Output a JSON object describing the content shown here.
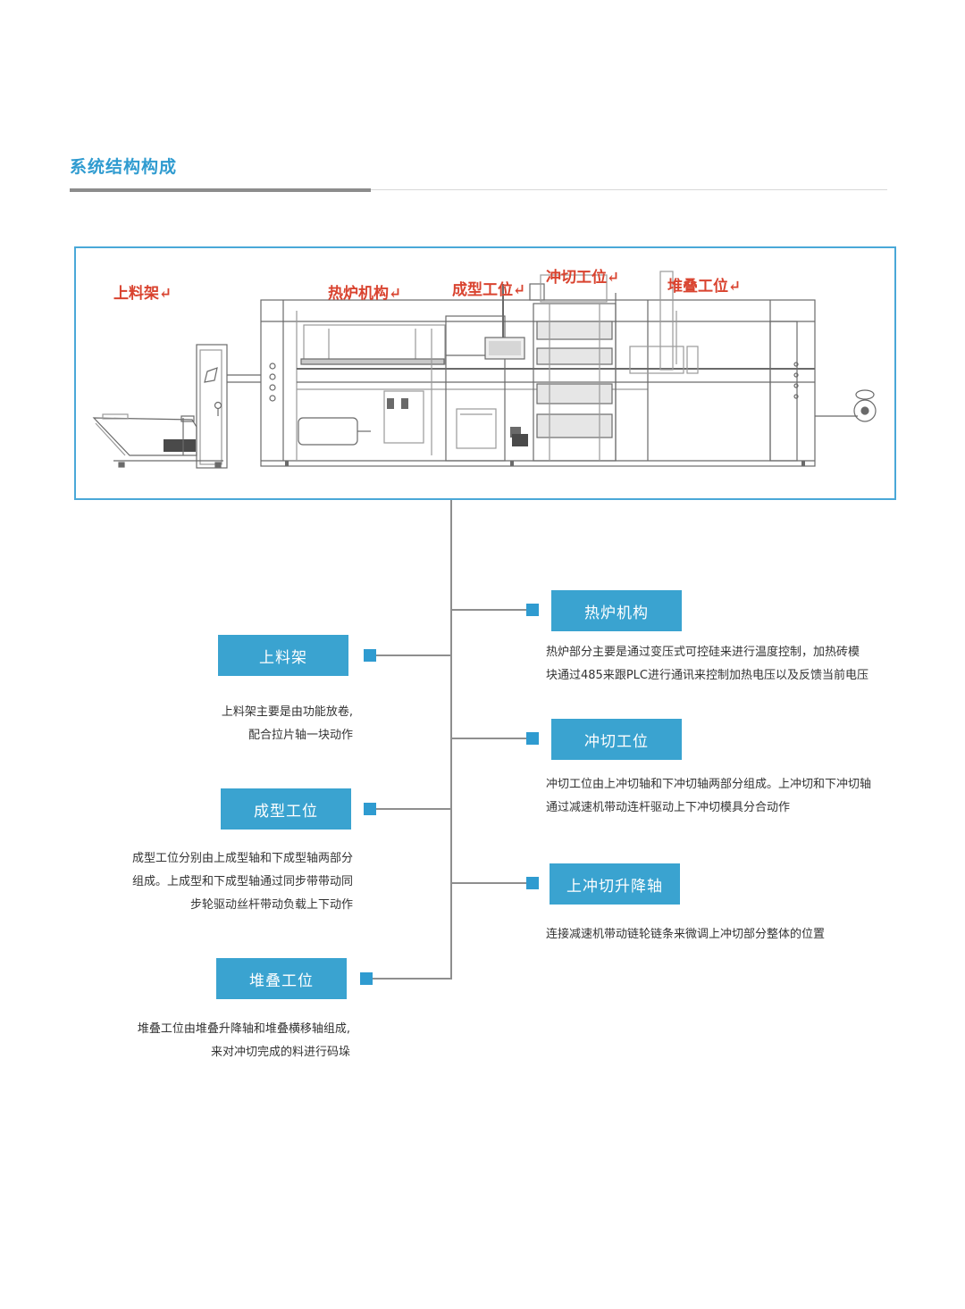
{
  "section": {
    "title": "系统结构构成"
  },
  "diagram": {
    "labels": {
      "feeder": "上料架↵",
      "heater": "热炉机构↵",
      "forming": "成型工位↵",
      "punch": "冲切工位↵",
      "stacking": "堆叠工位↵"
    }
  },
  "modules": {
    "feeder": {
      "title": "上料架",
      "lines": [
        "上料架主要是由功能放卷,",
        "配合拉片轴一块动作"
      ]
    },
    "forming": {
      "title": "成型工位",
      "lines": [
        "成型工位分别由上成型轴和下成型轴两部分",
        "组成。上成型和下成型轴通过同步带带动同",
        "步轮驱动丝杆带动负载上下动作"
      ]
    },
    "stacking": {
      "title": "堆叠工位",
      "lines": [
        "堆叠工位由堆叠升降轴和堆叠横移轴组成,",
        "来对冲切完成的料进行码垛"
      ]
    },
    "heater": {
      "title": "热炉机构",
      "lines": [
        "热炉部分主要是通过变压式可控硅来进行温度控制，加热砖模",
        "块通过485来跟PLC进行通讯来控制加热电压以及反馈当前电压"
      ]
    },
    "punch": {
      "title": "冲切工位",
      "lines": [
        "冲切工位由上冲切轴和下冲切轴两部分组成。上冲切和下冲切轴",
        "通过减速机带动连杆驱动上下冲切模具分合动作"
      ]
    },
    "lift": {
      "title": "上冲切升降轴",
      "lines": [
        "连接减速机带动链轮链条来微调上冲切部分整体的位置"
      ]
    }
  },
  "colors": {
    "accent": "#2f9bd0",
    "tag_bg": "#3aa3d0",
    "label_red": "#d9432f",
    "connector": "#8e8e8e"
  }
}
